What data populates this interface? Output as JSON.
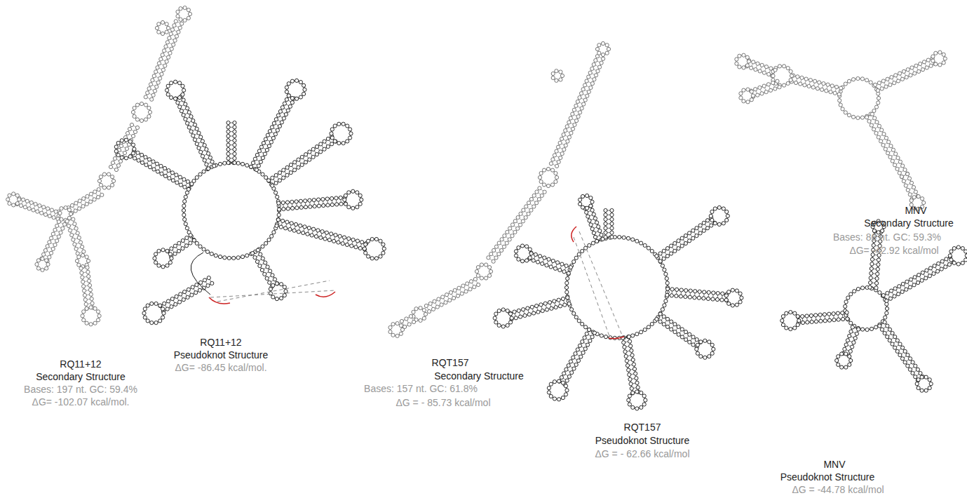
{
  "diagram": {
    "labels": [
      "RQ11+12",
      "Secondary Structure",
      "Bases: 197 nt. GC: 59.4%",
      "ΔG= -102.07 kcal/mol.",
      "RQ11+12",
      "Pseudoknot Structure",
      "ΔG= -86.45 kcal/mol.",
      "RQT157",
      "Secondary Structure",
      "Bases: 157 nt. GC: 61.8%",
      "ΔG = - 85.73 kcal/mol",
      "RQT157",
      "Pseudoknot Structure",
      "ΔG = - 62.66 kcal/mol",
      "MNV",
      "Secondary Structure",
      "Bases: 86 nt. GC: 59.3%",
      "ΔG= -42.92 kcal/mol",
      "MNV",
      "Pseudoknot Structure",
      "ΔG = -44.78 kcal/mol"
    ]
  }
}
